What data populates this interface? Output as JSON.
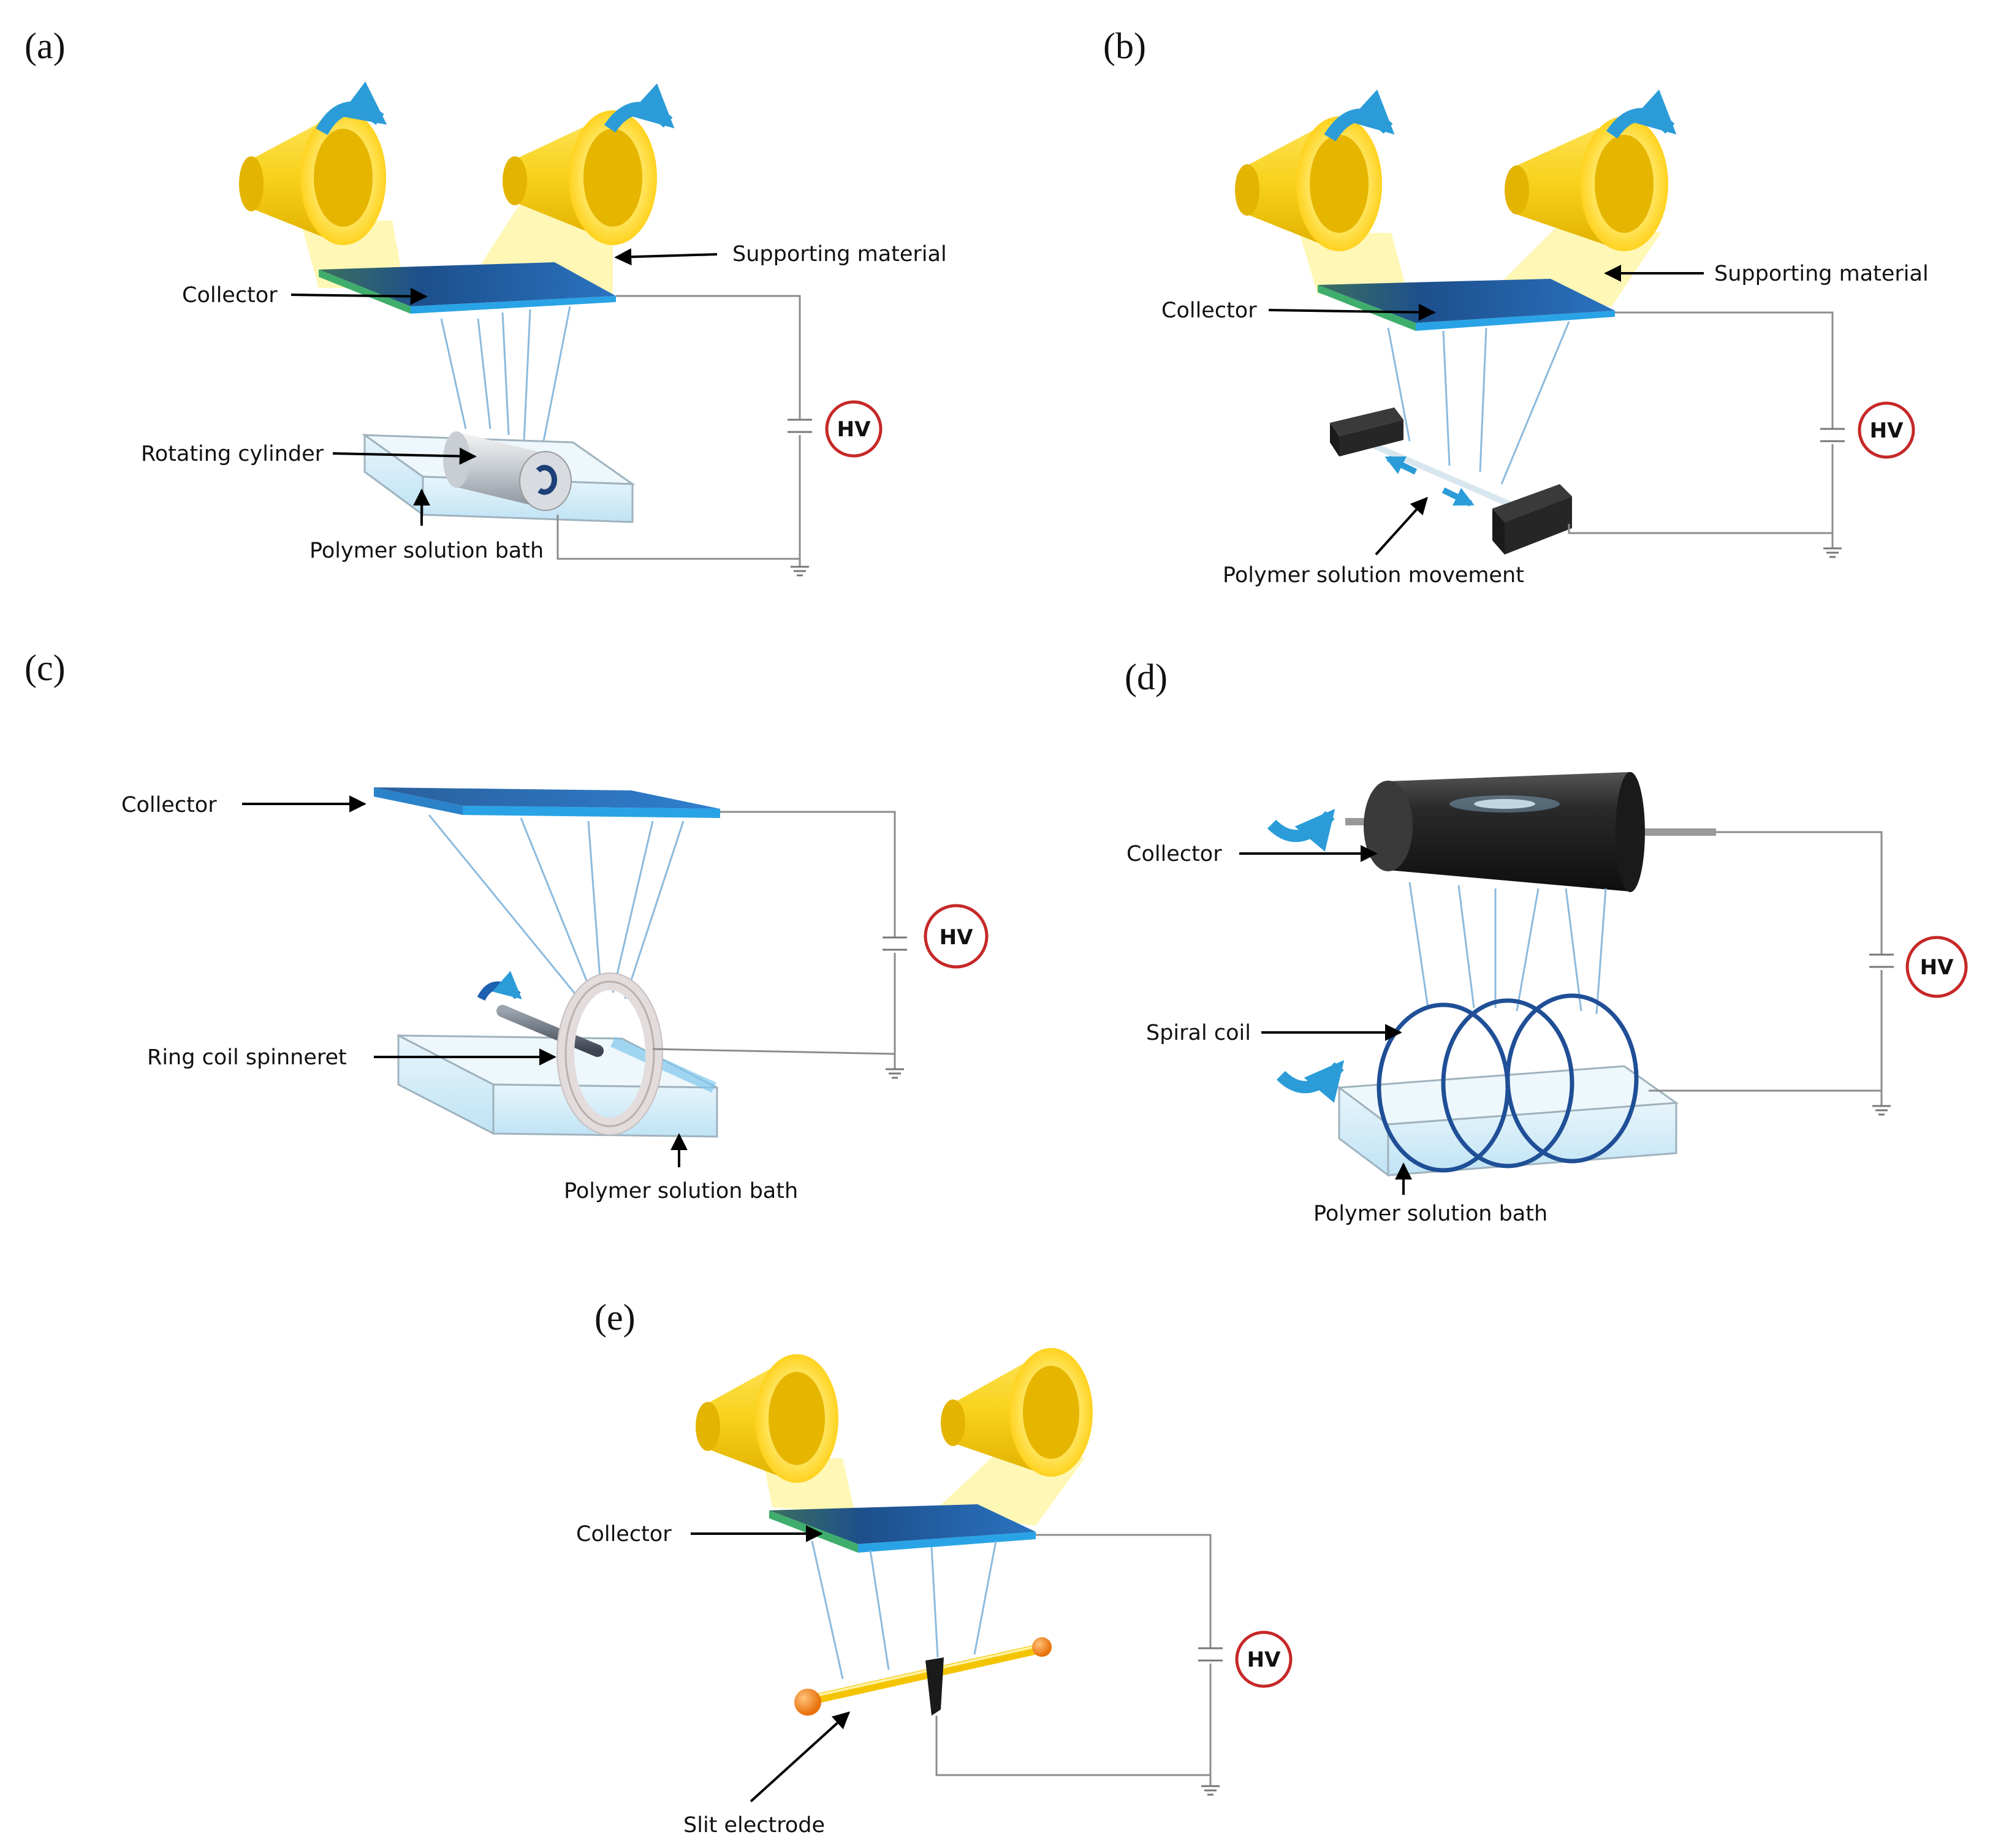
{
  "panels": {
    "a": {
      "letter": "(a)",
      "labels": {
        "collector": "Collector",
        "supporting": "Supporting material",
        "rotating_cylinder": "Rotating cylinder",
        "bath": "Polymer solution bath",
        "hv": "HV"
      }
    },
    "b": {
      "letter": "(b)",
      "labels": {
        "collector": "Collector",
        "supporting": "Supporting material",
        "movement": "Polymer solution movement",
        "hv": "HV"
      }
    },
    "c": {
      "letter": "(c)",
      "labels": {
        "collector": "Collector",
        "ring_coil": "Ring coil spinneret",
        "bath": "Polymer solution bath",
        "hv": "HV"
      }
    },
    "d": {
      "letter": "(d)",
      "labels": {
        "collector": "Collector",
        "spiral_coil": "Spiral coil",
        "bath": "Polymer solution bath",
        "hv": "HV"
      }
    },
    "e": {
      "letter": "(e)",
      "labels": {
        "collector": "Collector",
        "slit_electrode": "Slit electrode",
        "hv": "HV"
      }
    }
  },
  "colors": {
    "roller_yellow": "#f2c500",
    "collector_blue": "#1e5fa8",
    "collector_edge": "#29a3e6",
    "hv_ring": "#c62828",
    "rotation_arrow": "#2b9cd8",
    "bath_fill": "#cfeaf7",
    "slit_rod": "#f5c400",
    "slit_ball": "#f28a1c"
  }
}
